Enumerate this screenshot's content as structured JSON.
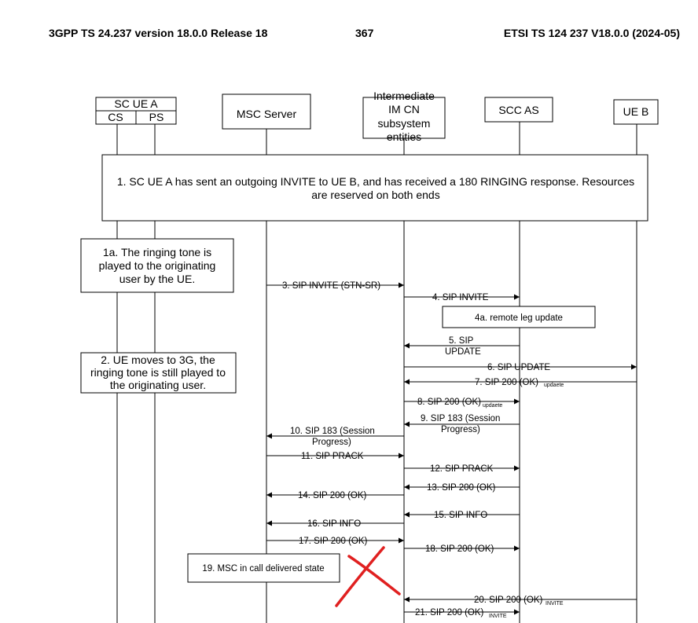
{
  "header": {
    "left": "3GPP TS 24.237 version 18.0.0 Release 18",
    "center": "367",
    "right": "ETSI TS 124 237 V18.0.0 (2024-05)"
  },
  "entities": {
    "sc_ue_a": {
      "title": "SC UE A",
      "cs": "CS",
      "ps": "PS"
    },
    "msc": "MSC Server",
    "im_cn": [
      "Intermediate",
      "IM CN",
      "subsystem",
      "entities"
    ],
    "scc_as": "SCC AS",
    "ue_b": "UE B"
  },
  "notes": {
    "n1": [
      "1. SC UE A has sent an outgoing INVITE to UE B, and has received a 180 RINGING response. Resources",
      "are reserved on both ends"
    ],
    "n1a": [
      "1a. The ringing tone is",
      "played to the originating",
      "user by the UE."
    ],
    "n2": [
      "2. UE moves to 3G, the",
      "ringing tone is still played to",
      "the originating user."
    ],
    "n4a": "4a. remote leg update",
    "n19": "19. MSC in call delivered state"
  },
  "messages": {
    "m3": "3. SIP INVITE (STN-SR)",
    "m4": "4. SIP INVITE",
    "m5": [
      "5. SIP",
      "UPDATE"
    ],
    "m6": "6. SIP UPDATE",
    "m7": "7. SIP 200 (OK)",
    "m7_sub": "updaete",
    "m8": "8. SIP 200 (OK)",
    "m8_sub": "updaete",
    "m9": [
      "9. SIP 183 (Session",
      "Progress)"
    ],
    "m10": [
      "10. SIP 183 (Session",
      "Progress)"
    ],
    "m11": "11. SIP PRACK",
    "m12": "12. SIP PRACK",
    "m13": "13. SIP 200 (OK)",
    "m14": "14. SIP 200 (OK)",
    "m15": "15. SIP INFO",
    "m16": "16. SIP INFO",
    "m17": "17. SIP 200 (OK)",
    "m18": "18. SIP 200 (OK)",
    "m20": "20. SIP 200 (OK)",
    "m20_sub": "INVITE",
    "m21": "21. SIP 200 (OK)",
    "m21_sub": "INVITE"
  },
  "colors": {
    "line": "#000000",
    "cross": "#e02020",
    "background": "#ffffff"
  }
}
